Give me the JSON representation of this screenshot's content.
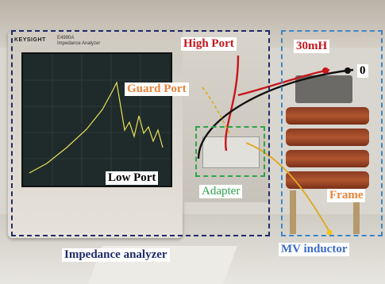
{
  "labels": {
    "high_port": "High Port",
    "inductance": "30mH",
    "zero": "0",
    "guard_port": "Guard Port",
    "low_port": "Low Port",
    "adapter": "Adapter",
    "frame": "Frame",
    "mv_inductor": "MV inductor",
    "impedance_analyzer": "Impedance analyzer"
  },
  "device": {
    "brand": "KEYSIGHT",
    "model_line1": "E4990A",
    "model_line2": "Impedance Analyzer"
  },
  "colors": {
    "analyzer_box": "#1f2b6a",
    "inductor_box": "#3d86c6",
    "adapter_box": "#2ea34b",
    "high_port_text": "#c4161c",
    "guard_port_text": "#e8833a",
    "frame_text": "#e8833a",
    "adapter_text": "#2ea34b",
    "mv_inductor_text": "#3d6cc4",
    "analyzer_text": "#1f2b6a",
    "trace": "#e8e05a"
  }
}
